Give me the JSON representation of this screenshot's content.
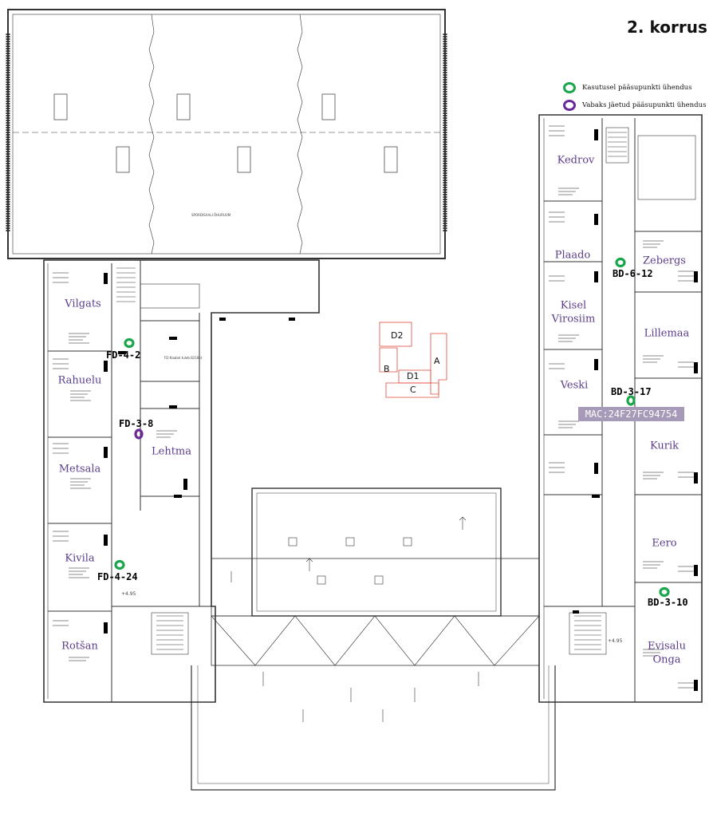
{
  "title": "2. korrus",
  "legend": [
    {
      "label": "Kasutusel pääsupunkti ühendus",
      "color": "#1aa64a"
    },
    {
      "label": "Vabaks jäetud pääsupunkti ühendus",
      "color": "#6a2a9a"
    }
  ],
  "rooms": {
    "vilgats": "Vilgats",
    "rahuelu": "Rahuelu",
    "metsala": "Metsala",
    "kivila": "Kivila",
    "rotsan": "Rotšan",
    "lehtma": "Lehtma",
    "kedrov": "Kedrov",
    "plaado": "Plaado",
    "zebergs": "Zebergs",
    "kisel": "Kisel",
    "virosiim": "Virosiim",
    "lillemaa": "Lillemaa",
    "veski": "Veski",
    "kurik": "Kurik",
    "eero": "Eero",
    "evisalu": "Evisalu",
    "onga": "Onga"
  },
  "access_points": {
    "fd_4_2": "FD-4-2",
    "fd_3_8": "FD-3-8",
    "fd_4_24": "FD-4-24",
    "bd_6_12": "BD-6-12",
    "bd_3_17": "BD-3-17",
    "bd_3_10": "BD-3-10"
  },
  "mac": "MAC:24F27FC94754",
  "key_plan": {
    "d2": "D2",
    "b": "B",
    "d1": "D1",
    "a": "A",
    "c": "C"
  },
  "small_labels": {
    "sport": "SPORDISAALI ÕHURUUM",
    "tale": "FD-Kaabel tuleb B218st",
    "h495a": "+4.95",
    "h495b": "+4.95"
  }
}
